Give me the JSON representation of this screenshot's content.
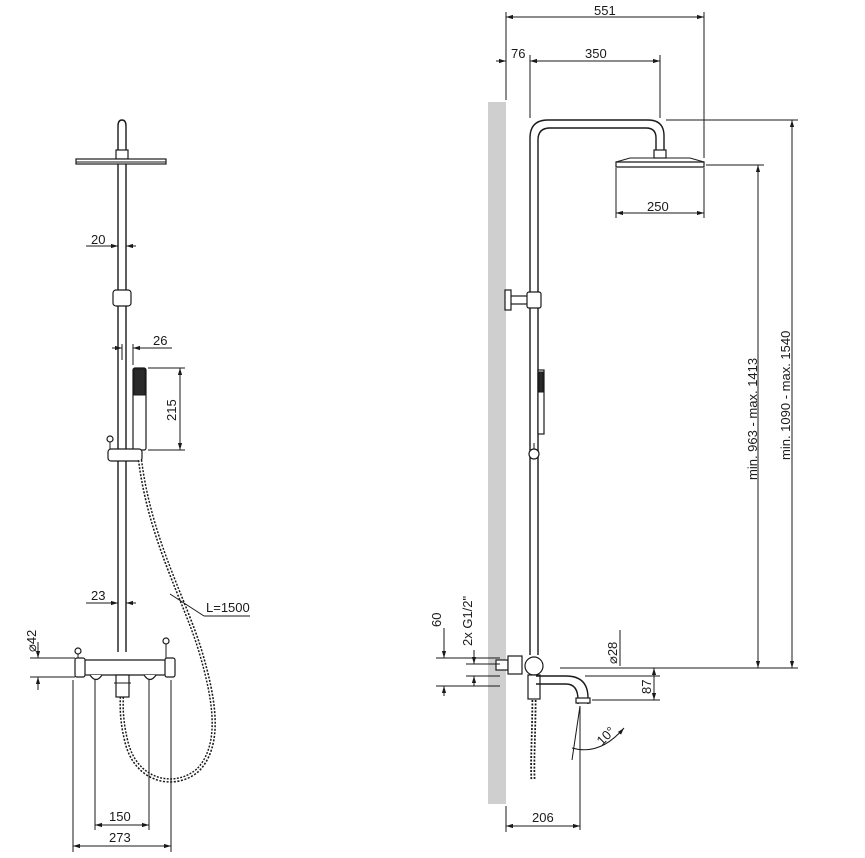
{
  "front_view": {
    "dim_rod_width": "20",
    "dim_handshower_offset": "26",
    "dim_handshower_length": "215",
    "dim_lower_rod": "23",
    "dim_hose_length": "L=1500",
    "dim_mixer_diameter": "⌀42",
    "dim_inner_spacing": "150",
    "dim_overall_width": "273"
  },
  "side_view": {
    "dim_total_reach": "551",
    "dim_wall_offset": "76",
    "dim_arm_length": "350",
    "dim_head_diameter": "250",
    "dim_head_height": "min. 963 - max. 1413",
    "dim_arm_height": "min. 1090 - max. 1540",
    "dim_connection_height": "60",
    "dim_connection_thread": "2x G1/2\"",
    "dim_pipe_diameter": "⌀28",
    "dim_spout_drop": "87",
    "dim_spout_angle": "10°",
    "dim_spout_reach": "206"
  }
}
